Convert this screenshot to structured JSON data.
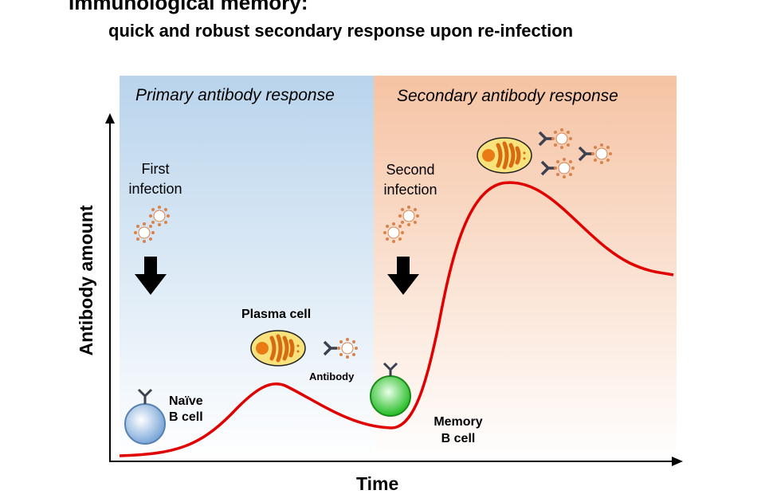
{
  "title": "Immunological memory:",
  "subtitle": "quick and robust secondary response upon re-infection",
  "panels": {
    "primary": "Primary antibody response",
    "secondary": "Secondary antibody response"
  },
  "axes": {
    "y": "Antibody amount",
    "x": "Time"
  },
  "labels": {
    "first_infection": [
      "First",
      "infection"
    ],
    "second_infection": [
      "Second",
      "infection"
    ],
    "plasma_cell": "Plasma cell",
    "antibody": "Antibody",
    "naive_b_cell": [
      "Naïve",
      "B cell"
    ],
    "memory_b_cell": [
      "Memory",
      "B cell"
    ]
  },
  "colors": {
    "curve": "#e00000",
    "primary_bg": "#b9d4ec",
    "secondary_bg": "#f5c3a3",
    "plasma": "#f5e07a",
    "memory": "#3fd13f",
    "naive": "#8db4e2"
  }
}
